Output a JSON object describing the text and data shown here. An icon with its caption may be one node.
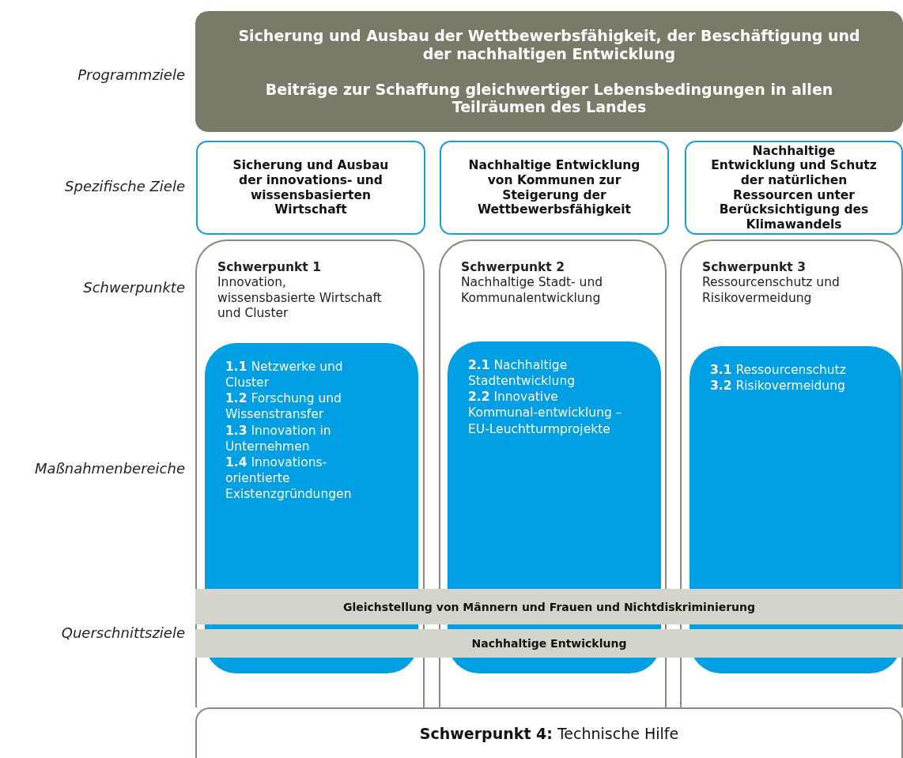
{
  "diagram": {
    "nodes": [
      {
        "text": [
          "Sicherung und Ausbau der Wettbewerbsfähigkeit, der Beschäftigung und der nachhaltigen Entwicklung",
          "Beiträge zur Schaffung gleichwertiger Lebensbedingungen in allen Teilräumen des Landes"
        ]
      },
      {
        "text": [
          "Sicherung und Ausbau der innovations- und wissensbasierten Wirtschaft"
        ]
      },
      {
        "text": [
          "Nachhaltige Entwicklung von Kommunen zur Steigerung der Wettbewerbsfähigkeit"
        ]
      },
      {
        "text": [
          "Nachhaltige Entwicklung und Schutz der natürlichen Ressourcen unter Berücksichtigung des Klimawandels"
        ]
      },
      {
        "text": [
          "Schwerpunkt 1",
          "Innovation, wissensbasierte Wirtschaft und Cluster"
        ]
      },
      {
        "text": [
          "**1.1** Netzwerke und Cluster",
          "**1.2** Forschung und Wissenstransfer",
          "**1.3** Innovation in Unternehmen",
          "**1.4** Innovations-orientierte Existenzgründungen"
        ],
        "in": 4
      },
      {
        "text": [
          "Schwerpunkt 2",
          "Nachhaltige Stadt- und Kommunalentwicklung"
        ]
      },
      {
        "text": [
          "**2.1** Nachhaltige Stadtentwicklung",
          "**2.2** Innovative Kommunal-entwicklung – EU-Leuchtturmprojekte"
        ],
        "in": 6
      },
      {
        "text": [
          "Schwerpunkt 3",
          "Ressourcenschutz und Risikovermeidung"
        ]
      },
      {
        "text": [
          "**3.1** Ressourcenschutz",
          "**3.2** Risikovermeidung"
        ],
        "in": 8
      },
      {
        "text": [
          "Gleichstellung von Männern und Frauen und Nichtdiskriminierung"
        ]
      },
      {
        "text": [
          "Nachhaltige Entwicklung"
        ]
      },
      {
        "text": [
          "**Schwerpunkt 4:** Technische Hilfe"
        ]
      }
    ],
    "labels": [
      "Programmziele",
      "Spezifische Ziele",
      "Schwerpunkte",
      "Maßnahmenbereiche",
      "Querschnittsziele"
    ]
  }
}
